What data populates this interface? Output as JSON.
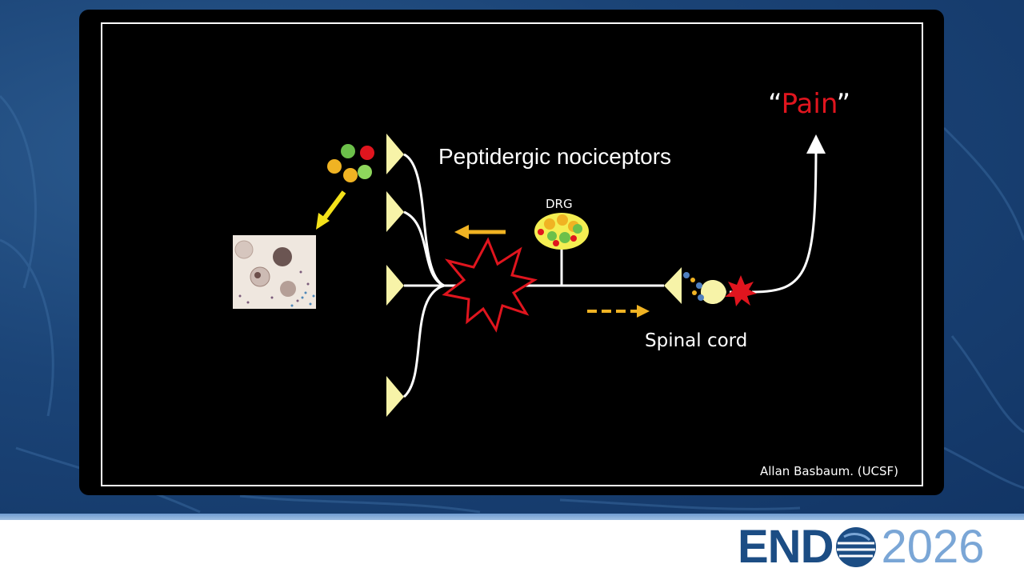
{
  "slide": {
    "peptidergic_label": "Peptidergic nociceptors",
    "drg_label": "DRG",
    "spinal_cord_label": "Spinal cord",
    "pain_open_quote": "“",
    "pain_word": "Pain",
    "pain_close_quote": "”",
    "credit": "Allan Basbaum. (UCSF)"
  },
  "logo": {
    "left": "END",
    "right": "2026"
  },
  "colors": {
    "background_blue": "#1b4477",
    "arrow_yellow": "#f0b323",
    "pain_red": "#e0151e",
    "terminal_yellow": "#f7f3a8",
    "logo_dark": "#1c4d84",
    "logo_light": "#7aa6d6"
  }
}
